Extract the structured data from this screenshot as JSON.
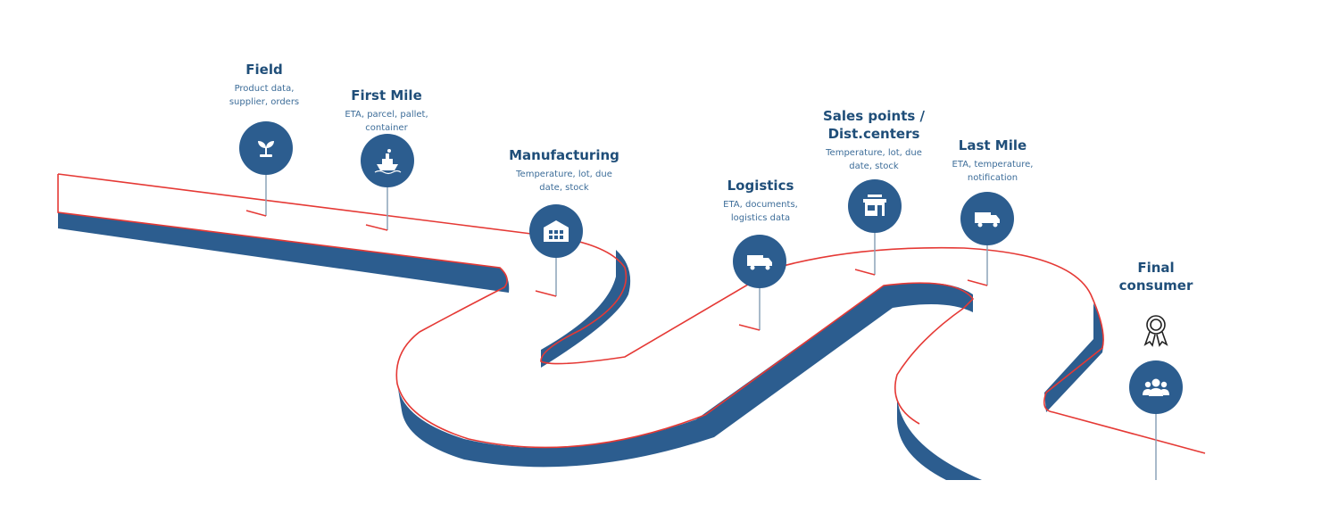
{
  "stages": [
    {
      "title": "Field",
      "desc": "Product data, supplier, orders",
      "icon": "sprout-icon"
    },
    {
      "title": "First Mile",
      "desc": "ETA, parcel, pallet, container",
      "icon": "ship-icon"
    },
    {
      "title": "Manufacturing",
      "desc": "Temperature, lot, due date, stock",
      "icon": "factory-icon"
    },
    {
      "title": "Logistics",
      "desc": "ETA, documents, logistics data",
      "icon": "truck-icon"
    },
    {
      "title": "Sales points / Dist.centers",
      "desc": "Temperature, lot, due date, stock",
      "icon": "store-icon"
    },
    {
      "title": "Last Mile",
      "desc": "ETA, temperature, notification",
      "icon": "truck-icon"
    },
    {
      "title": "Final consumer",
      "desc": "",
      "icon": "people-icon"
    }
  ],
  "extra_icon": "award-ribbon-icon",
  "colors": {
    "road": "#2c5d8f",
    "edge": "#e53935",
    "text": "#1f4e79"
  }
}
